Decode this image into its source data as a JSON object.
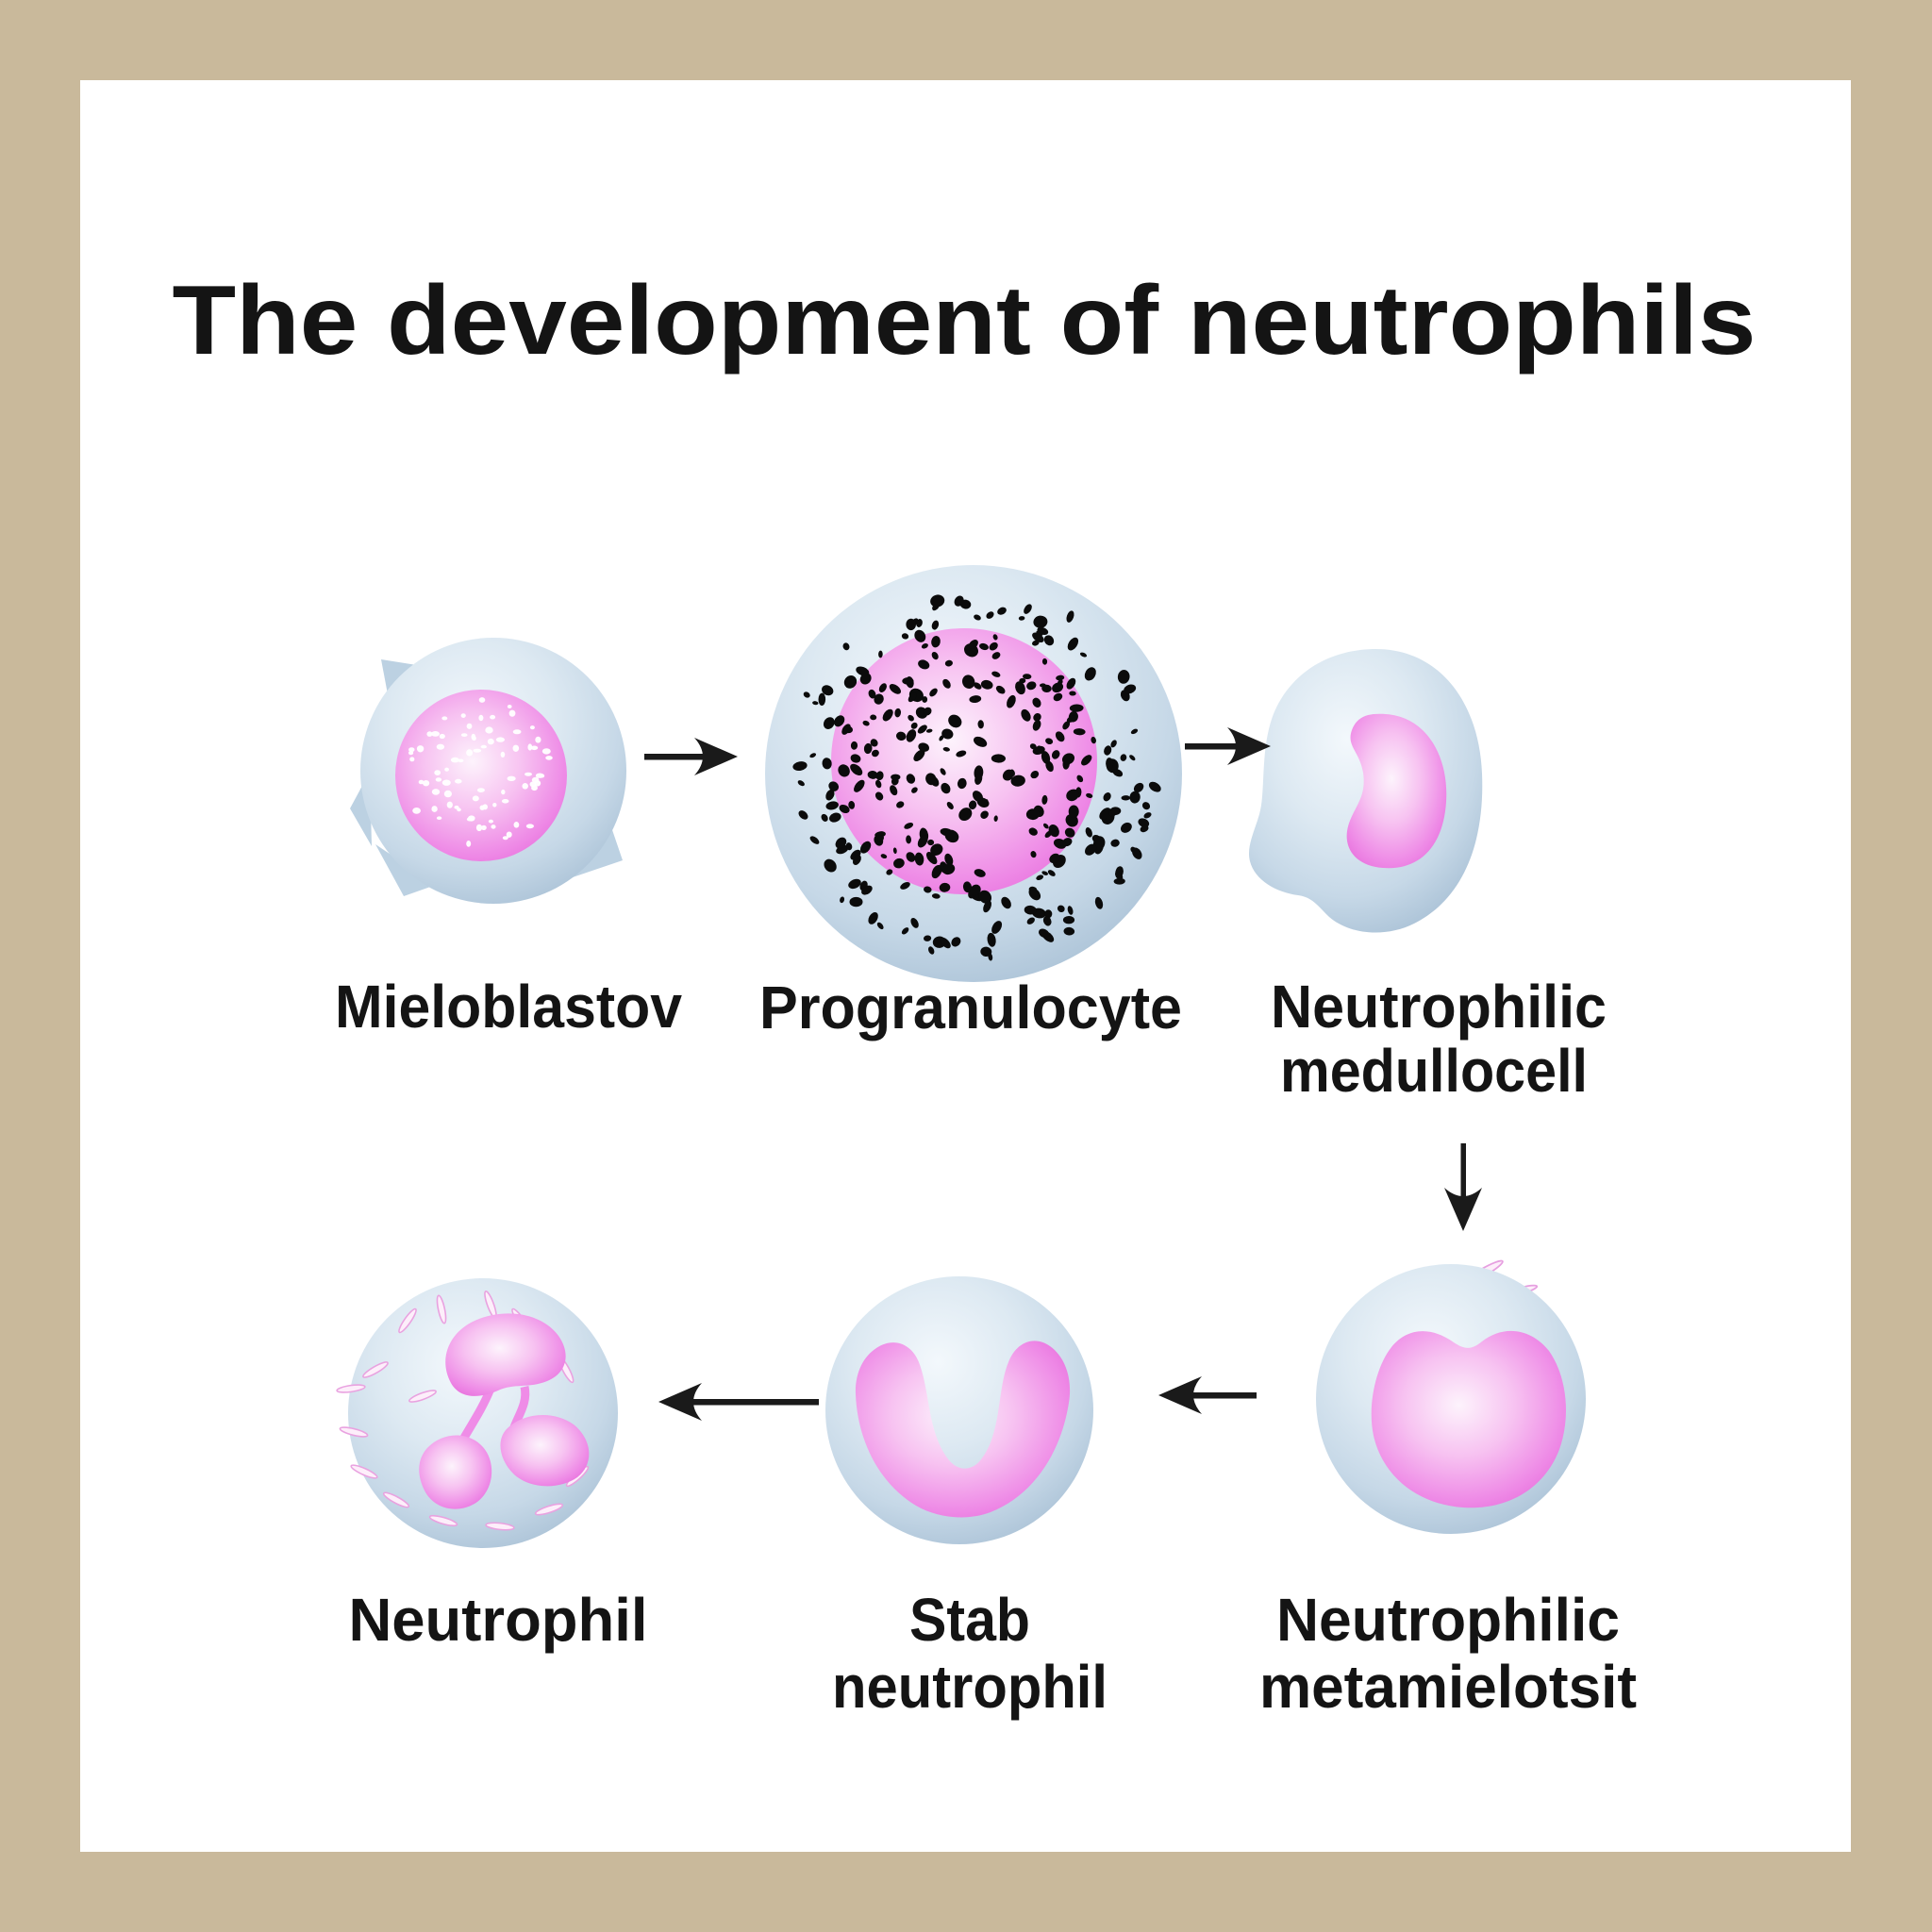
{
  "title": "The development of neutrophils",
  "stages": [
    {
      "name": "mieloblastov",
      "label_line1": "Mieloblastov",
      "label_line2": ""
    },
    {
      "name": "progranulocyte",
      "label_line1": "Progranulocyte",
      "label_line2": ""
    },
    {
      "name": "neutrophilic-medullocell",
      "label_line1": "Neutrophilic",
      "label_line2": "medullocell"
    },
    {
      "name": "neutrophilic-metamielotsit",
      "label_line1": "Neutrophilic",
      "label_line2": "metamielotsit"
    },
    {
      "name": "stab-neutrophil",
      "label_line1": "Stab",
      "label_line2": "neutrophil"
    },
    {
      "name": "neutrophil",
      "label_line1": "Neutrophil",
      "label_line2": ""
    }
  ],
  "flow_order": [
    "Mieloblastov",
    "Progranulocyte",
    "Neutrophilic medullocell",
    "Neutrophilic metamielotsit",
    "Stab neutrophil",
    "Neutrophil"
  ],
  "colors": {
    "frame": "#c9b99b",
    "background": "#ffffff",
    "cell_body_light": "#f1f7fc",
    "cell_body_edge": "#a8c0d5",
    "nucleus_light": "#fdf3fc",
    "nucleus_edge": "#e465d8",
    "granule": "#0b0b0b",
    "arrow": "#1a1a1a",
    "text": "#141414"
  }
}
